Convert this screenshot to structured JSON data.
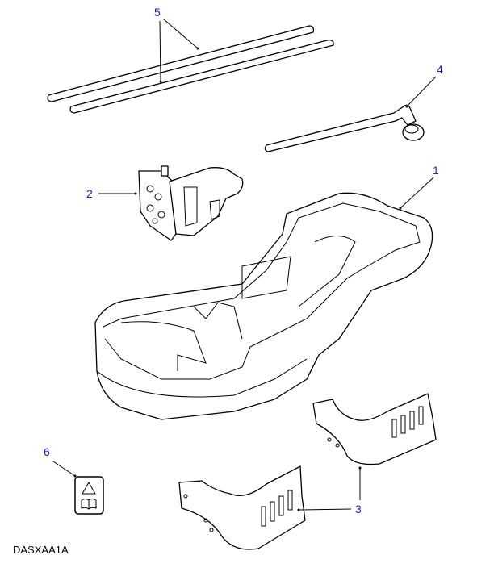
{
  "diagram": {
    "code": "DASXAA1A",
    "callouts": [
      {
        "id": "1",
        "part": "tray"
      },
      {
        "id": "2",
        "part": "pump"
      },
      {
        "id": "3",
        "part": "brackets"
      },
      {
        "id": "4",
        "part": "jack-handle"
      },
      {
        "id": "5",
        "part": "tubes"
      },
      {
        "id": "6",
        "part": "warning-label"
      }
    ]
  }
}
